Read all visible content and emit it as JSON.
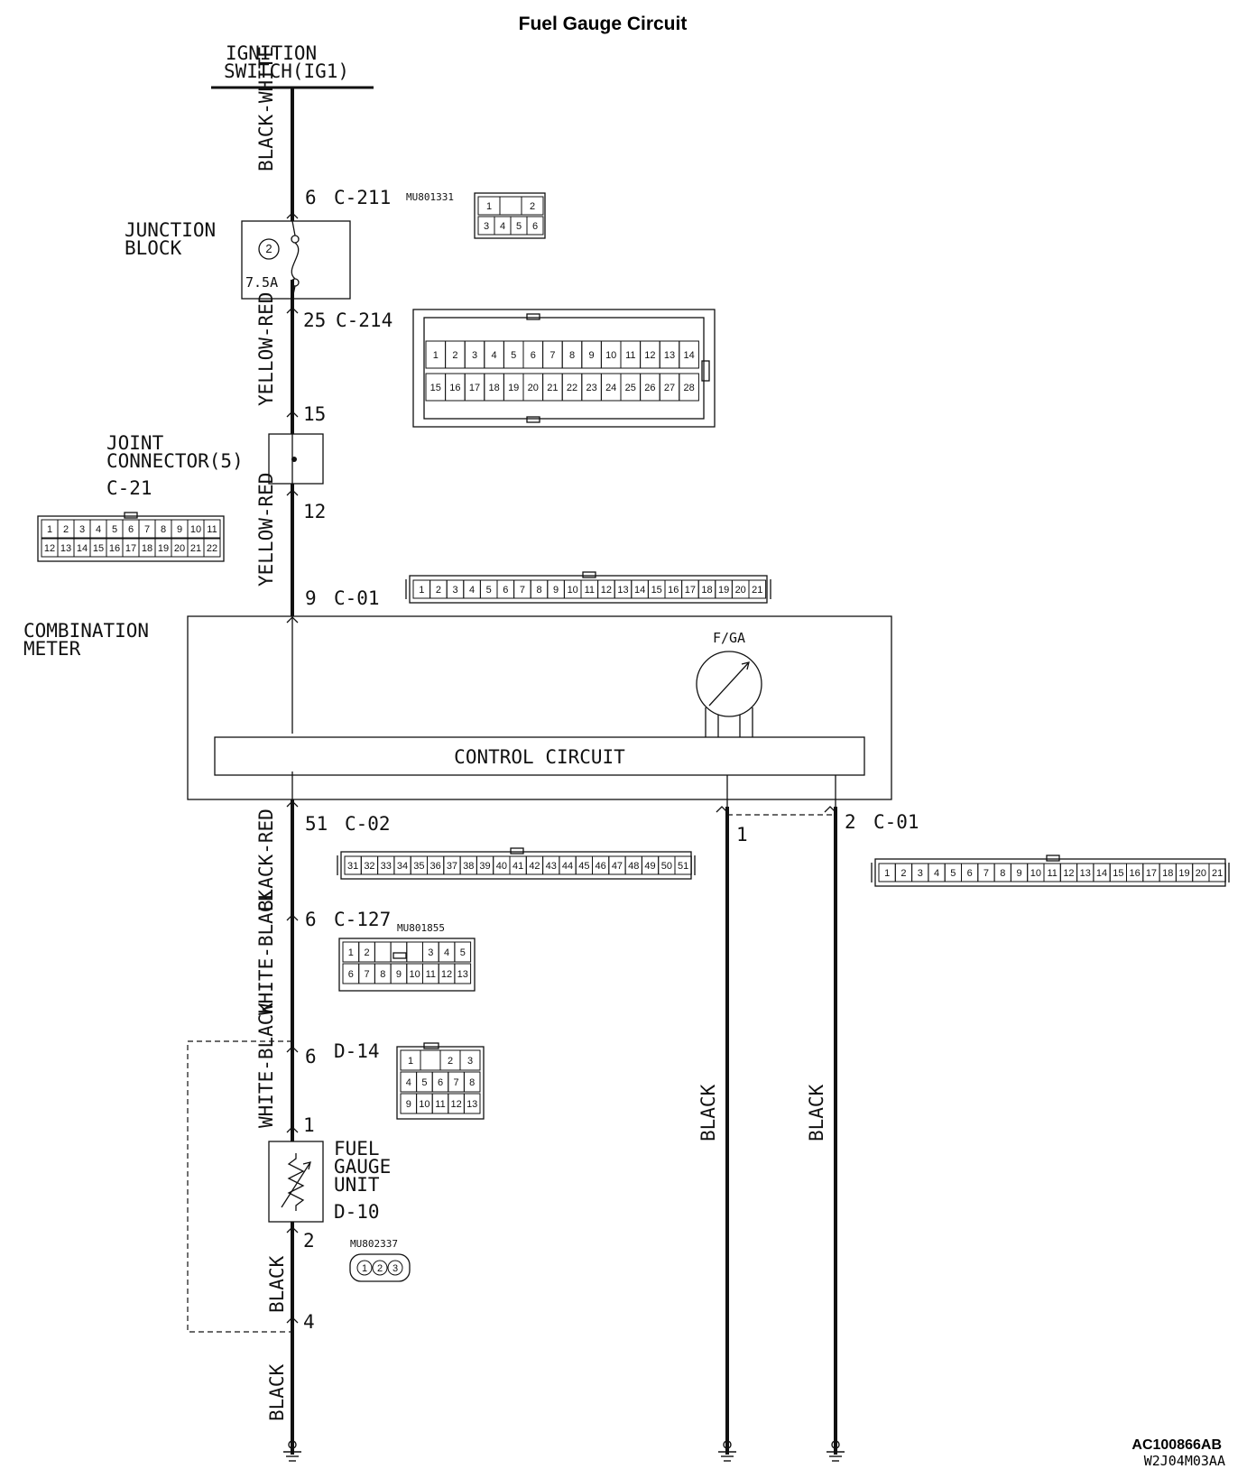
{
  "title": "Fuel Gauge Circuit",
  "ignition": {
    "line1": "IGNITION",
    "line2": "SWITCH(IG1)"
  },
  "wires": {
    "w1": "BLACK-WHITE",
    "w2": "YELLOW-RED",
    "w3": "YELLOW-RED",
    "w4": "BLACK-RED",
    "w5": "WHITE-BLACK",
    "w6": "WHITE-BLACK",
    "w7": "BLACK",
    "w8": "BLACK",
    "w9": "BLACK",
    "w10": "BLACK"
  },
  "junction_block": {
    "line1": "JUNCTION",
    "line2": "BLOCK",
    "fuse_no": "2",
    "fuse_rating": "7.5A"
  },
  "joint_connector": {
    "line1": "JOINT",
    "line2": "CONNECTOR(5)",
    "id": "C-21"
  },
  "combination_meter": {
    "line1": "COMBINATION",
    "line2": "METER",
    "gauge": "F/GA",
    "control": "CONTROL CIRCUIT"
  },
  "fuel_gauge_unit": {
    "line1": "FUEL",
    "line2": "GAUGE",
    "line3": "UNIT",
    "id": "D-10"
  },
  "pins": {
    "c211": "6",
    "c214_in": "25",
    "c214_out": "15",
    "c21_out": "12",
    "c01_top": "9",
    "c02": "51",
    "c127": "6",
    "d14": "6",
    "d10_top": "1",
    "d10_bot": "2",
    "d14_bot": "4",
    "c01_b1": "1",
    "c01_b2": "2"
  },
  "connectors": {
    "c211": "C-211",
    "c214": "C-214",
    "c01_top": "C-01",
    "c02": "C-02",
    "c01_right": "C-01",
    "c127": "C-127",
    "d14": "D-14"
  },
  "part_numbers": {
    "c211": "MU801331",
    "c127": "MU801855",
    "d10": "MU802337"
  },
  "connector_pins": {
    "c211": [
      [
        "1",
        "",
        "2"
      ],
      [
        "3",
        "4",
        "5",
        "6"
      ]
    ],
    "c214_top": [
      "1",
      "2",
      "3",
      "4",
      "5",
      "6",
      "7",
      "8",
      "9",
      "10",
      "11",
      "12",
      "13",
      "14"
    ],
    "c214_bot": [
      "15",
      "16",
      "17",
      "18",
      "19",
      "20",
      "21",
      "22",
      "23",
      "24",
      "25",
      "26",
      "27",
      "28"
    ],
    "c21_top": [
      "1",
      "2",
      "3",
      "4",
      "5",
      "6",
      "7",
      "8",
      "9",
      "10",
      "11"
    ],
    "c21_bot": [
      "12",
      "13",
      "14",
      "15",
      "16",
      "17",
      "18",
      "19",
      "20",
      "21",
      "22"
    ],
    "c01": [
      "1",
      "2",
      "3",
      "4",
      "5",
      "6",
      "7",
      "8",
      "9",
      "10",
      "11",
      "12",
      "13",
      "14",
      "15",
      "16",
      "17",
      "18",
      "19",
      "20",
      "21"
    ],
    "c02": [
      "31",
      "32",
      "33",
      "34",
      "35",
      "36",
      "37",
      "38",
      "39",
      "40",
      "41",
      "42",
      "43",
      "44",
      "45",
      "46",
      "47",
      "48",
      "49",
      "50",
      "51"
    ],
    "c127_top": [
      "1",
      "2",
      "",
      "",
      "",
      "3",
      "4",
      "5"
    ],
    "c127_bot": [
      "6",
      "7",
      "8",
      "9",
      "10",
      "11",
      "12",
      "13"
    ],
    "d14_r1": [
      "1",
      "",
      "2",
      "3"
    ],
    "d14_r2": [
      "4",
      "5",
      "6",
      "7",
      "8"
    ],
    "d14_r3": [
      "9",
      "10",
      "11",
      "12",
      "13"
    ],
    "d10": [
      "1",
      "2",
      "3"
    ]
  },
  "footer": {
    "code1": "AC100866AB",
    "code2": "W2J04M03AA"
  }
}
